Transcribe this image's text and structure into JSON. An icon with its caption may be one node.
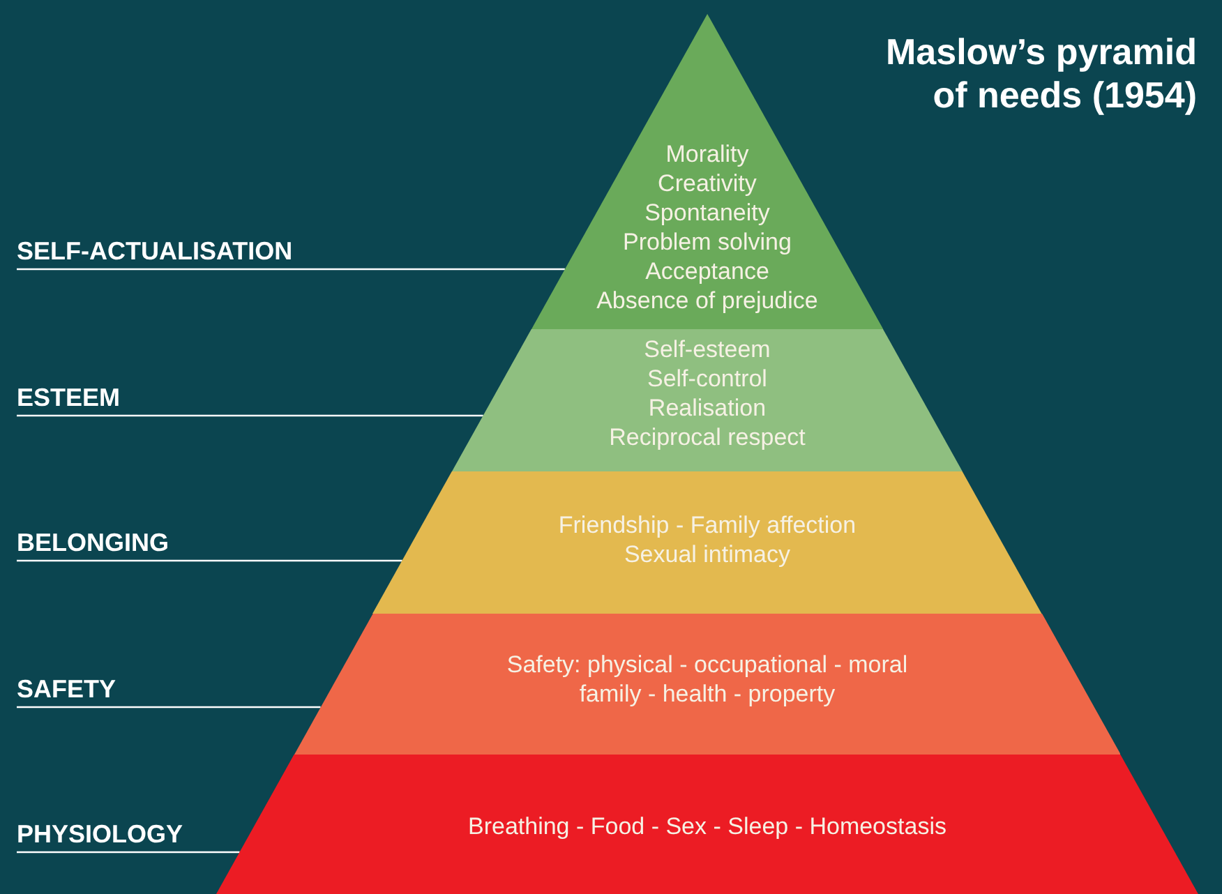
{
  "diagram": {
    "title": "Maslow’s pyramid of needs (1954)",
    "nodes": [
      {
        "text": [
          "SELF-ACTUALISATION"
        ]
      },
      {
        "text": [
          "Morality",
          "Creativity",
          "Spontaneity",
          "Problem solving",
          "Acceptance",
          "Absence of prejudice"
        ]
      },
      {
        "text": [
          "ESTEEM"
        ]
      },
      {
        "text": [
          "Self-esteem",
          "Self-control",
          "Realisation",
          "Reciprocal respect"
        ]
      },
      {
        "text": [
          "BELONGING"
        ]
      },
      {
        "text": [
          "Friendship - Family affection",
          "Sexual intimacy"
        ]
      },
      {
        "text": [
          "SAFETY"
        ]
      },
      {
        "text": [
          "Safety: physical - occupational - moral",
          "family - health - property"
        ]
      },
      {
        "text": [
          "PHYSIOLOGY"
        ]
      },
      {
        "text": [
          "Breathing - Food - Sex - Sleep - Homeostasis"
        ]
      }
    ],
    "edges": [
      {
        "from": 0,
        "to": 1,
        "arrow": "none"
      },
      {
        "from": 2,
        "to": 3,
        "arrow": "none"
      },
      {
        "from": 4,
        "to": 5,
        "arrow": "none"
      },
      {
        "from": 6,
        "to": 7,
        "arrow": "none"
      },
      {
        "from": 8,
        "to": 9,
        "arrow": "none"
      }
    ]
  }
}
